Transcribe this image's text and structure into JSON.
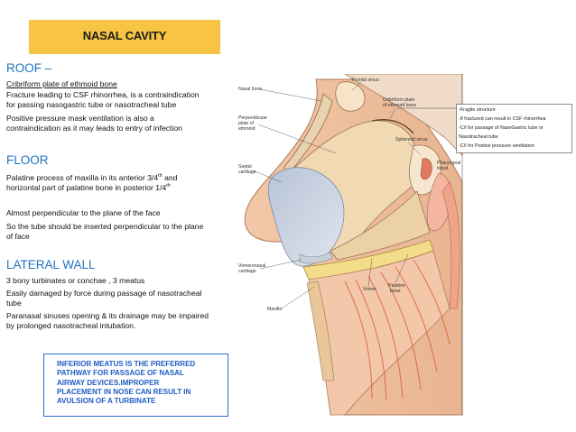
{
  "title": "NASAL CAVITY",
  "roof": {
    "heading": "ROOF –",
    "lines": [
      "Cribriform plate of ethmoid bone",
      " Fracture leading to CSF rhinorrhea, is a contraindication",
      "for passing nasogastric tube or nasotracheal tube",
      "Positive pressure mask ventilation is also a",
      "contraindication as it may leads to entry of infection"
    ]
  },
  "floor": {
    "heading": "FLOOR",
    "line1_pre": "Palatine process of maxilla in its anterior 3/4",
    "line1_sup": "th",
    "line1_post": " and",
    "line2_pre": "horizontal part of palatine bone in posterior 1/4",
    "line2_sup": "th",
    "lines": [
      "Almost perpendicular to the plane  of the face",
      "So the tube should be inserted perpendicular to the plane",
      "of face"
    ]
  },
  "lateral": {
    "heading": "LATERAL WALL",
    "lines": [
      "3 bony turbinates or conchae , 3 meatus",
      "Easily damaged by force during passage of nasotracheal",
      "tube",
      "Paranasal sinuses opening & its drainage may be impaired",
      "by prolonged nasotracheal intubation."
    ]
  },
  "note": {
    "lines": [
      "INFERIOR MEATUS IS THE PREFERRED",
      "PATHWAY FOR PASSAGE OF NASAL",
      "AIRWAY DEVICES.IMPROPER",
      "PLACEMENT IN NOSE CAN RESULT IN",
      "AVULSION OF A TURBINATE"
    ]
  },
  "diagram": {
    "labels": {
      "nasal_bone": "Nasal bone",
      "frontal_sinus": "Frontal sinus",
      "cribriform_1": "Cribriform plate",
      "cribriform_2": "of ethmoid bone",
      "perp_1": "Perpendicular",
      "perp_2": "plate of",
      "perp_3": "ethmoid",
      "septal_1": "Septal",
      "septal_2": "cartilage",
      "sphenoid": "Sphenoid sinus",
      "pharyngeal_1": "Pharyngeal",
      "pharyngeal_2": "tonsil",
      "vomeronasal_1": "Vomeronasal",
      "vomeronasal_2": "cartilage",
      "vomer": "Vomer",
      "palatine_1": "Palatine",
      "palatine_2": "bone",
      "maxilla": "Maxilla"
    },
    "annotations": [
      "-Fragile structure",
      "-If fractured can result in CSF rhinorrhea",
      "-C/I for passage of NasoGastric tube or",
      "Nasotracheal tube",
      "-C/I for Postive pressure ventilation"
    ]
  }
}
